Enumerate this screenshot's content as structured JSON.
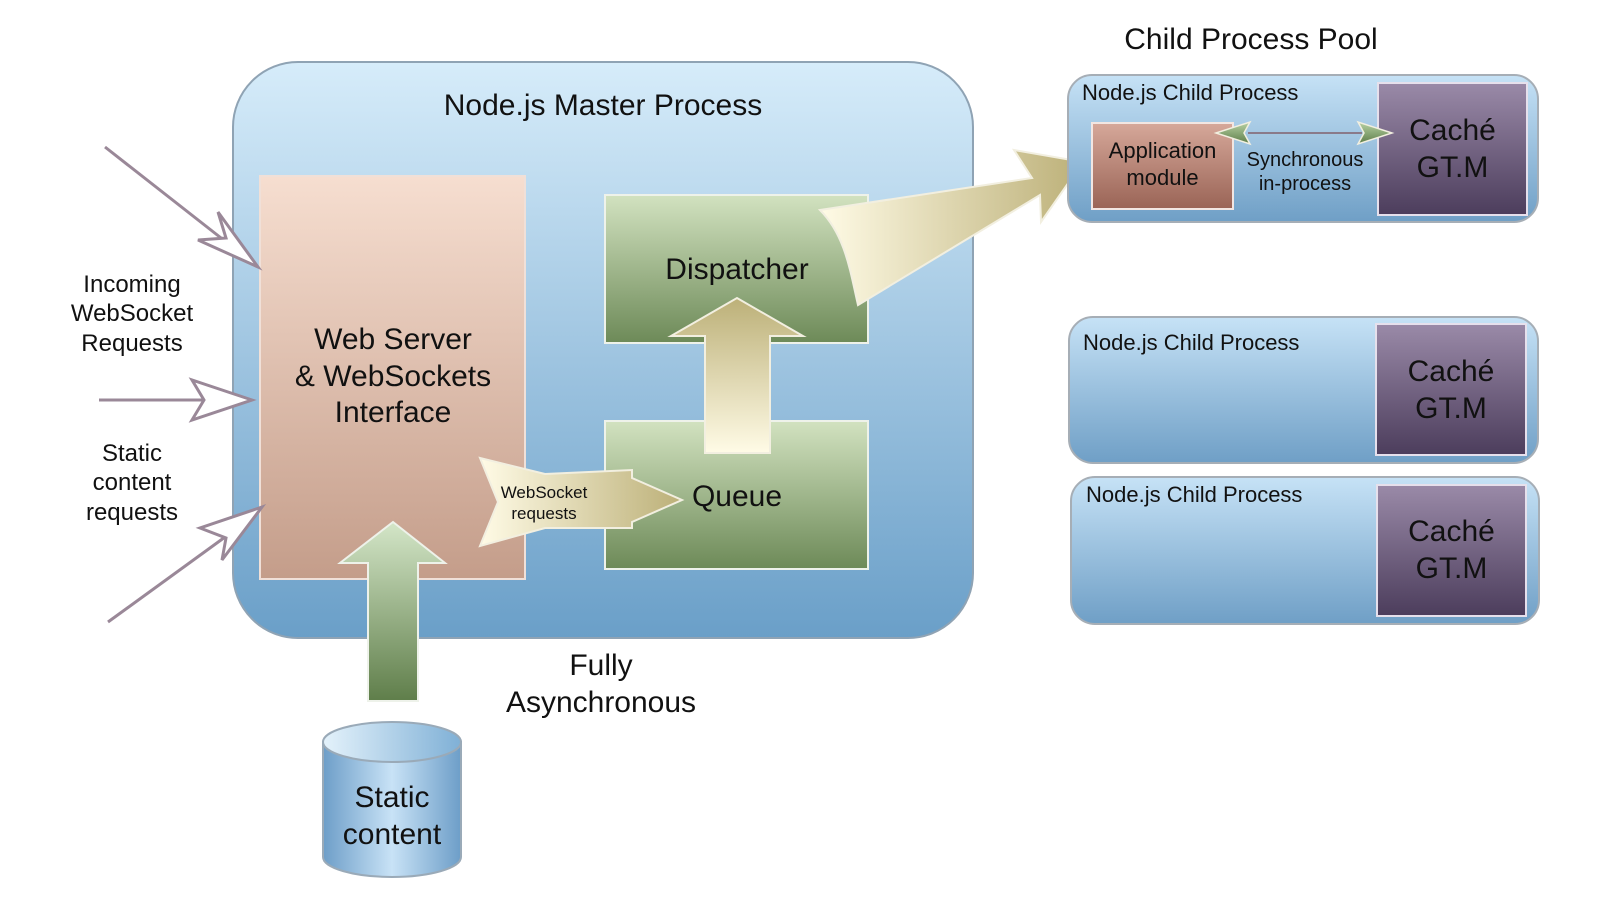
{
  "master": {
    "title": "Node.js Master Process",
    "webserver": [
      "Web Server",
      "& WebSockets",
      "Interface"
    ],
    "dispatcher": "Dispatcher",
    "queue": "Queue",
    "ws_requests": [
      "WebSocket",
      "requests"
    ]
  },
  "incoming": {
    "websocket": [
      "Incoming",
      "WebSocket",
      "Requests"
    ],
    "static": [
      "Static",
      "content",
      "requests"
    ]
  },
  "fully_async": [
    "Fully",
    "Asynchronous"
  ],
  "static_store": [
    "Static",
    "content"
  ],
  "pool": {
    "title": "Child Process Pool",
    "children": [
      {
        "label": "Node.js Child Process",
        "cache": [
          "Caché",
          "GT.M"
        ]
      },
      {
        "label": "Node.js Child Process",
        "cache": [
          "Caché",
          "GT.M"
        ]
      },
      {
        "label": "Node.js Child Process",
        "cache": [
          "Caché",
          "GT.M"
        ]
      }
    ],
    "app_module": [
      "Application",
      "module"
    ],
    "sync": [
      "Synchronous",
      "in-process"
    ]
  },
  "colors": {
    "master_fill": "#7fb0d6",
    "webserver_fill": "#d9b3a0",
    "green_box": "#8ea878",
    "cache_fill": "#5a4a6a",
    "app_module_fill": "#b07a6e"
  }
}
